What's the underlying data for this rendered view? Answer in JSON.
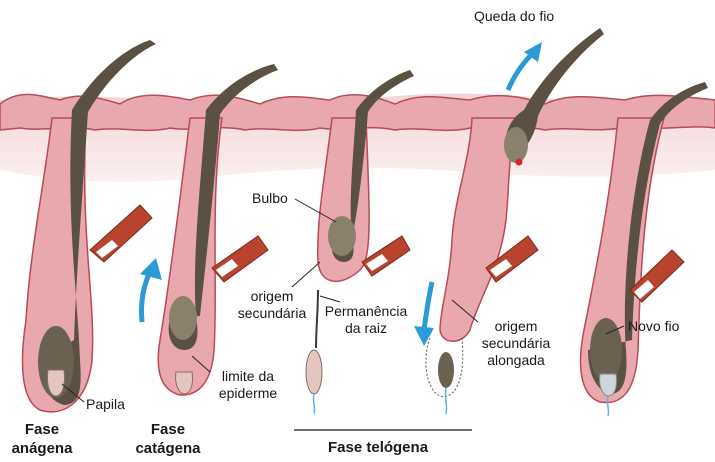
{
  "labels": {
    "queda_do_fio": "Queda do fio",
    "bulbo": "Bulbo",
    "origem_secundaria": [
      "origem",
      "secundária"
    ],
    "permanencia_da_raiz": [
      "Permanência",
      "da raiz"
    ],
    "origem_secundaria_alongada": [
      "origem",
      "secundária",
      "alongada"
    ],
    "novo_fio": "Novo fio",
    "papila": "Papila",
    "limite_da_epiderme": [
      "limite da",
      "epiderme"
    ],
    "fase_anagena": [
      "Fase",
      "anágena"
    ],
    "fase_catagena": [
      "Fase",
      "catágena"
    ],
    "fase_telogena": "Fase telógena"
  },
  "colors": {
    "skin": "#e9a8ae",
    "skin_outline": "#b84a5a",
    "dermis": "#f6e2e2",
    "hair": "#5b5142",
    "bulb": "#857c6a",
    "muscle": "#b8432e",
    "arrow": "#2a9bd6"
  }
}
